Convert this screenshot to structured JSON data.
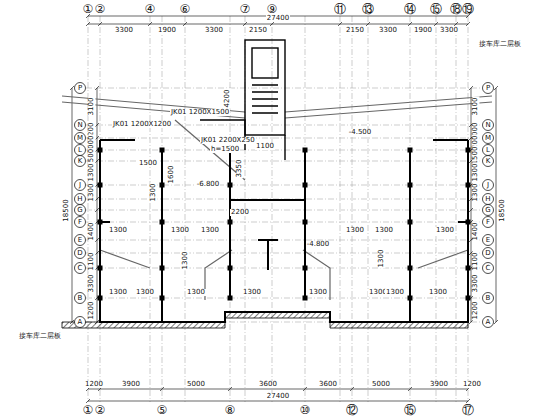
{
  "diagram": {
    "labels": [
      "①",
      "②",
      "④",
      "⑥",
      "⑦",
      "⑨",
      "⑪",
      "⑬",
      "⑭",
      "⑮",
      "⑱",
      "⑲",
      "27400",
      "3300",
      "1900",
      "3300",
      "2150",
      "2150",
      "3300",
      "1900",
      "3300",
      "①",
      "②",
      "⑤",
      "⑧",
      "⑩",
      "⑫",
      "⑮",
      "⑰",
      "1200",
      "3900",
      "5000",
      "3600",
      "3600",
      "5000",
      "3900",
      "1200",
      "27400",
      "P",
      "N",
      "M",
      "L",
      "K",
      "J",
      "H",
      "G",
      "F",
      "E",
      "D",
      "C",
      "B",
      "A",
      "P",
      "N",
      "M",
      "L",
      "K",
      "J",
      "H",
      "G",
      "F",
      "E",
      "D",
      "C",
      "B",
      "A",
      "3100",
      "1200",
      "1000",
      "500",
      "1300",
      "1300",
      "1400",
      "1100",
      "3300",
      "1200",
      "18500",
      "3100",
      "1000",
      "1200",
      "1500",
      "1300",
      "1300",
      "1400",
      "1100",
      "3300",
      "1200",
      "18500",
      "接车库二层板",
      "接车库二层板",
      "JK01 1200X1200",
      "JK01 1200X1500",
      "JK01 2200X250",
      "h=1500",
      "4200",
      "3350",
      "1500",
      "1600",
      "1300",
      "-6.800",
      "2200",
      "1300",
      "1300",
      "1300",
      "1300",
      "1300",
      "1300",
      "-4.800",
      "-4.500",
      "1300",
      "1300",
      "1300",
      "1300",
      "1300",
      "1300",
      "1300",
      "1300",
      "1300",
      "1300",
      "1100"
    ]
  }
}
